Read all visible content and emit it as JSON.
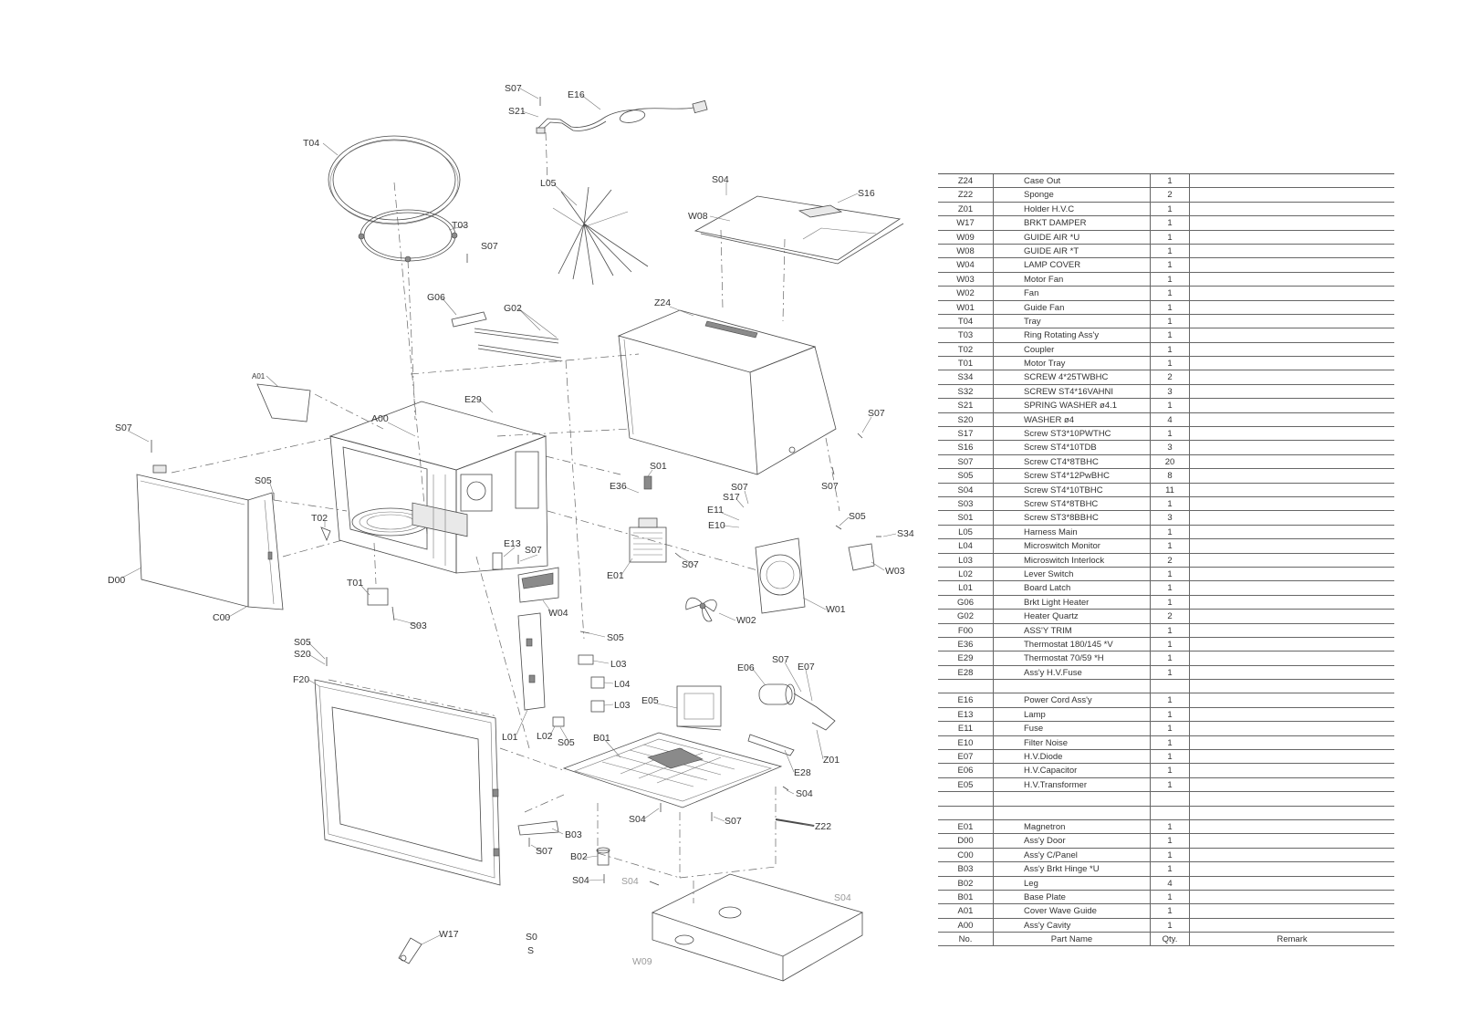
{
  "diagram": {
    "callouts": [
      "S07",
      "E16",
      "S21",
      "T04",
      "S04",
      "S16",
      "L05",
      "W08",
      "T03",
      "S07",
      "G06",
      "G02",
      "Z24",
      "A01",
      "E29",
      "A00",
      "S07",
      "S07",
      "S01",
      "E36",
      "S05",
      "S07",
      "S17",
      "E11",
      "S07",
      "T02",
      "E10",
      "S05",
      "S34",
      "E13",
      "S07",
      "S07",
      "W03",
      "E01",
      "D00",
      "T01",
      "W04",
      "W01",
      "C00",
      "W02",
      "S03",
      "S05",
      "S05",
      "S20",
      "L03",
      "E06",
      "S07",
      "E07",
      "F20",
      "L04",
      "E05",
      "L03",
      "L01",
      "L02",
      "S05",
      "B01",
      "Z01",
      "E28",
      "S04",
      "S04",
      "S07",
      "Z22",
      "B03",
      "S07",
      "B02",
      "S04",
      "S04",
      "S04",
      "W17",
      "S0",
      "S",
      "W09"
    ]
  },
  "parts_table": {
    "headers": {
      "no": "No.",
      "name": "Part Name",
      "qty": "Qty.",
      "remark": "Remark"
    },
    "rows": [
      {
        "no": "Z24",
        "name": "Case  Out",
        "qty": "1"
      },
      {
        "no": "Z22",
        "name": "Sponge",
        "qty": "2"
      },
      {
        "no": "Z01",
        "name": "Holder  H.V.C",
        "qty": "1"
      },
      {
        "no": "W17",
        "name": "BRKT  DAMPER",
        "qty": "1"
      },
      {
        "no": "W09",
        "name": "GUIDE   AIR  *U",
        "qty": "1"
      },
      {
        "no": "W08",
        "name": "GUIDE   AIR  *T",
        "qty": "1"
      },
      {
        "no": "W04",
        "name": "LAMP   COVER",
        "qty": "1"
      },
      {
        "no": "W03",
        "name": "Motor  Fan",
        "qty": "1"
      },
      {
        "no": "W02",
        "name": "Fan",
        "qty": "1"
      },
      {
        "no": "W01",
        "name": "Guide  Fan",
        "qty": "1"
      },
      {
        "no": "T04",
        "name": "Tray",
        "qty": "1"
      },
      {
        "no": "T03",
        "name": "Ring  Rotating  Ass'y",
        "qty": "1"
      },
      {
        "no": "T02",
        "name": "Coupler",
        "qty": "1"
      },
      {
        "no": "T01",
        "name": "Motor  Tray",
        "qty": "1"
      },
      {
        "no": "S34",
        "name": "SCREW  4*25TWBHC",
        "qty": "2"
      },
      {
        "no": "S32",
        "name": "SCREW  ST4*16VAHNI",
        "qty": "3"
      },
      {
        "no": "S21",
        "name": "SPRING  WASHER   ø4.1",
        "qty": "1"
      },
      {
        "no": "S20",
        "name": "WASHER   ø4",
        "qty": "4"
      },
      {
        "no": "S17",
        "name": "Screw  ST3*10PWTHC",
        "qty": "1"
      },
      {
        "no": "S16",
        "name": "Screw  ST4*10TDB",
        "qty": "3"
      },
      {
        "no": "S07",
        "name": "Screw  CT4*8TBHC",
        "qty": "20"
      },
      {
        "no": "S05",
        "name": "Screw  ST4*12PwBHC",
        "qty": "8"
      },
      {
        "no": "S04",
        "name": "Screw  ST4*10TBHC",
        "qty": "11"
      },
      {
        "no": "S03",
        "name": "Screw  ST4*8TBHC",
        "qty": "1"
      },
      {
        "no": "S01",
        "name": "Screw  ST3*8BBHC",
        "qty": "3"
      },
      {
        "no": "L05",
        "name": "Harness  Main",
        "qty": "1"
      },
      {
        "no": "L04",
        "name": "Microswitch  Monitor",
        "qty": "1"
      },
      {
        "no": "L03",
        "name": "Microswitch  Interlock",
        "qty": "2"
      },
      {
        "no": "L02",
        "name": "Lever  Switch",
        "qty": "1"
      },
      {
        "no": "L01",
        "name": "Board  Latch",
        "qty": "1"
      },
      {
        "no": "G06",
        "name": "Brkt  Light  Heater",
        "qty": "1"
      },
      {
        "no": "G02",
        "name": "Heater  Quartz",
        "qty": "2"
      },
      {
        "no": "F00",
        "name": "ASS'Y  TRIM",
        "qty": "1"
      },
      {
        "no": "E36",
        "name": "Thermostat  180/145 *V",
        "qty": "1"
      },
      {
        "no": "E29",
        "name": "Thermostat  70/59 *H",
        "qty": "1"
      },
      {
        "no": "E28",
        "name": "Ass'y  H.V.Fuse",
        "qty": "1"
      },
      {},
      {
        "no": "E16",
        "name": "Power  Cord  Ass'y",
        "qty": "1"
      },
      {
        "no": "E13",
        "name": "Lamp",
        "qty": "1"
      },
      {
        "no": "E11",
        "name": "Fuse",
        "qty": "1"
      },
      {
        "no": "E10",
        "name": "Filter  Noise",
        "qty": "1"
      },
      {
        "no": "E07",
        "name": "H.V.Diode",
        "qty": "1"
      },
      {
        "no": "E06",
        "name": "H.V.Capacitor",
        "qty": "1"
      },
      {
        "no": "E05",
        "name": "H.V.Transformer",
        "qty": "1"
      },
      {},
      {},
      {
        "no": "E01",
        "name": "Magnetron",
        "qty": "1"
      },
      {
        "no": "D00",
        "name": "Ass'y  Door",
        "qty": "1"
      },
      {
        "no": "C00",
        "name": "Ass'y  C/Panel",
        "qty": "1"
      },
      {
        "no": "B03",
        "name": "Ass'y  Brkt  Hinge  *U",
        "qty": "1"
      },
      {
        "no": "B02",
        "name": "Leg",
        "qty": "4"
      },
      {
        "no": "B01",
        "name": "Base  Plate",
        "qty": "1"
      },
      {
        "no": "A01",
        "name": "Cover  Wave  Guide",
        "qty": "1"
      },
      {
        "no": "A00",
        "name": "Ass'y  Cavity",
        "qty": "1"
      }
    ]
  }
}
